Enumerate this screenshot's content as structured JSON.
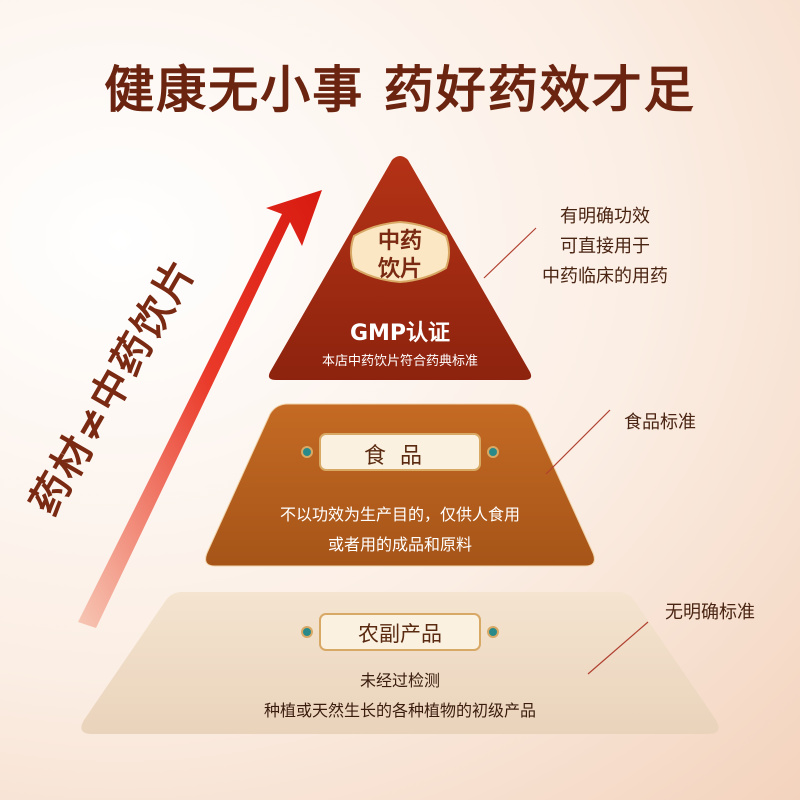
{
  "title": "健康无小事 药好药效才足",
  "arrow_label": "药材≠中药饮片",
  "tiers": {
    "top": {
      "badge_line1": "中药",
      "badge_line2": "饮片",
      "heading": "GMP认证",
      "sub": "本店中药饮片符合药典标准",
      "note": [
        "有明确功效",
        "可直接用于",
        "中药临床的用药"
      ]
    },
    "middle": {
      "badge": "食品",
      "desc_line1": "不以功效为生产目的，仅供人食用",
      "desc_line2": "或者用的成品和原料",
      "note": "食品标准"
    },
    "bottom": {
      "badge": "农副产品",
      "desc_line1": "未经过检测",
      "desc_line2": "种植或天然生长的各种植物的初级产品",
      "note": "无明确标准"
    }
  },
  "colors": {
    "title": "#6b2410",
    "top_tier": "#9c2a12",
    "middle_tier": "#b55d1e",
    "bottom_tier": "#efdcc6",
    "arrow": "#e2231a",
    "leader_line": "#b04030"
  }
}
